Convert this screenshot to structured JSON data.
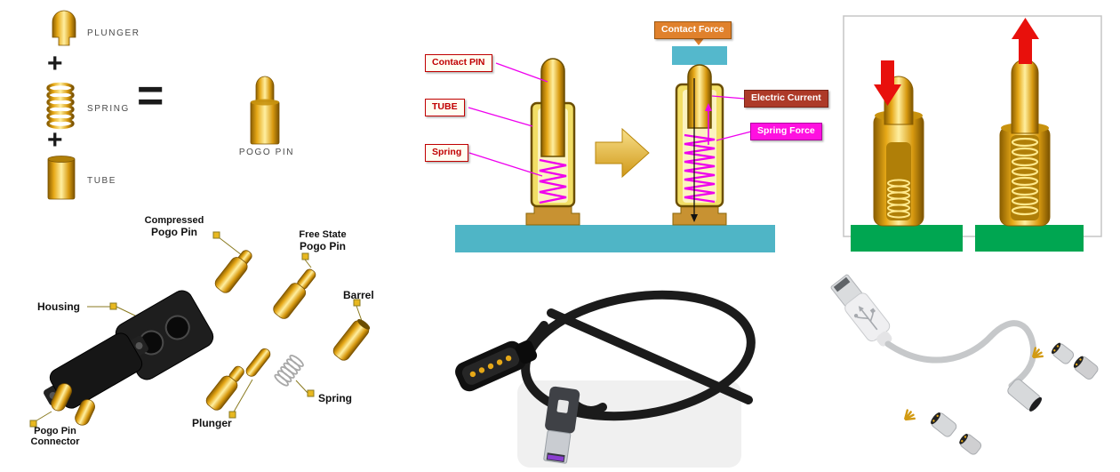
{
  "composition": {
    "plunger": "PLUNGER",
    "plus1": "+",
    "spring": "SPRING",
    "plus2": "+",
    "tube": "TUBE",
    "equals": "=",
    "result": "POGO PIN"
  },
  "cross_section": {
    "contact_pin": "Contact PIN",
    "tube": "TUBE",
    "spring": "Spring",
    "contact_force": "Contact Force",
    "electric_current": "Electric Current",
    "spring_force": "Spring Force"
  },
  "exploded": {
    "compressed_l1": "Compressed",
    "compressed_l2": "Pogo Pin",
    "free_l1": "Free State",
    "free_l2": "Pogo Pin",
    "housing": "Housing",
    "barrel": "Barrel",
    "spring": "Spring",
    "plunger": "Plunger",
    "connector_l1": "Pogo Pin",
    "connector_l2": "Connector"
  },
  "colors": {
    "gold": "#E6A817",
    "gold_light": "#FFEFA0",
    "gold_dark": "#7A5200",
    "teal_base": "#4FB5C6",
    "green_base": "#00A651",
    "magenta_spring": "#EE00EE",
    "red_arrow": "#E8100C",
    "label_red": "#C00000",
    "label_orange": "#E0812C",
    "label_brick": "#AD3A28",
    "label_magenta": "#FF10E0",
    "cable_black": "#1B1B1B",
    "cable_gray": "#C6C8CA",
    "usb_purple": "#8A3FD0"
  }
}
